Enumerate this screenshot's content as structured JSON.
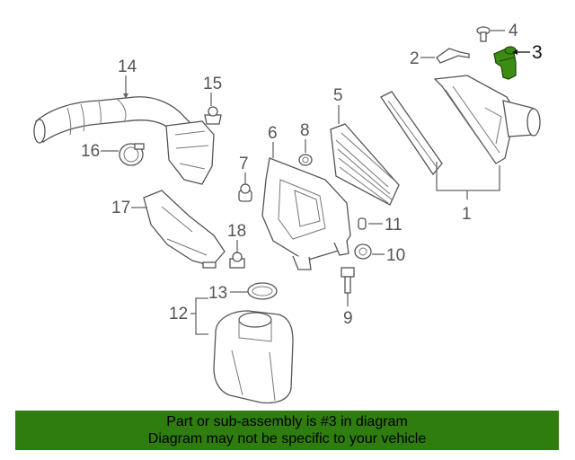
{
  "banner": {
    "line1": "Part or sub-assembly is #3 in diagram",
    "line2": "Diagram may not be specific to your vehicle"
  },
  "callouts": {
    "c1": "1",
    "c2": "2",
    "c3": "3",
    "c4": "4",
    "c5": "5",
    "c6": "6",
    "c7": "7",
    "c8": "8",
    "c9": "9",
    "c10": "10",
    "c11": "11",
    "c12": "12",
    "c13": "13",
    "c14": "14",
    "c15": "15",
    "c16": "16",
    "c17": "17",
    "c18": "18"
  },
  "highlight": {
    "part": "3",
    "color": "#2e7d0e",
    "part_color": "#3c8c14"
  }
}
